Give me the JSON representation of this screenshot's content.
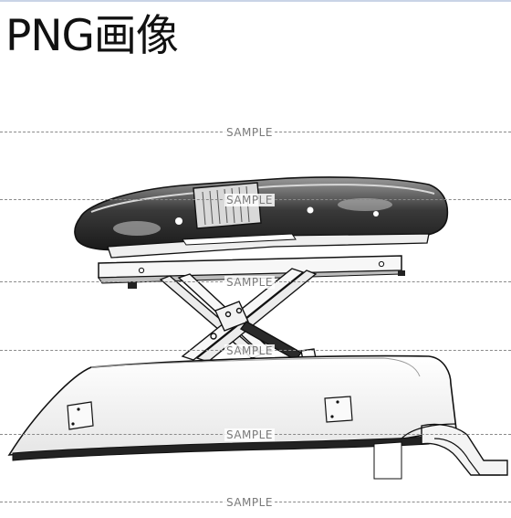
{
  "title": "PNG画像",
  "watermark": {
    "text": "SAMPLE",
    "color": "#7a7a7a"
  },
  "illustration": {
    "subject": "light-bar-on-scissor-lift-car-roof",
    "style": "monochrome-manga"
  }
}
